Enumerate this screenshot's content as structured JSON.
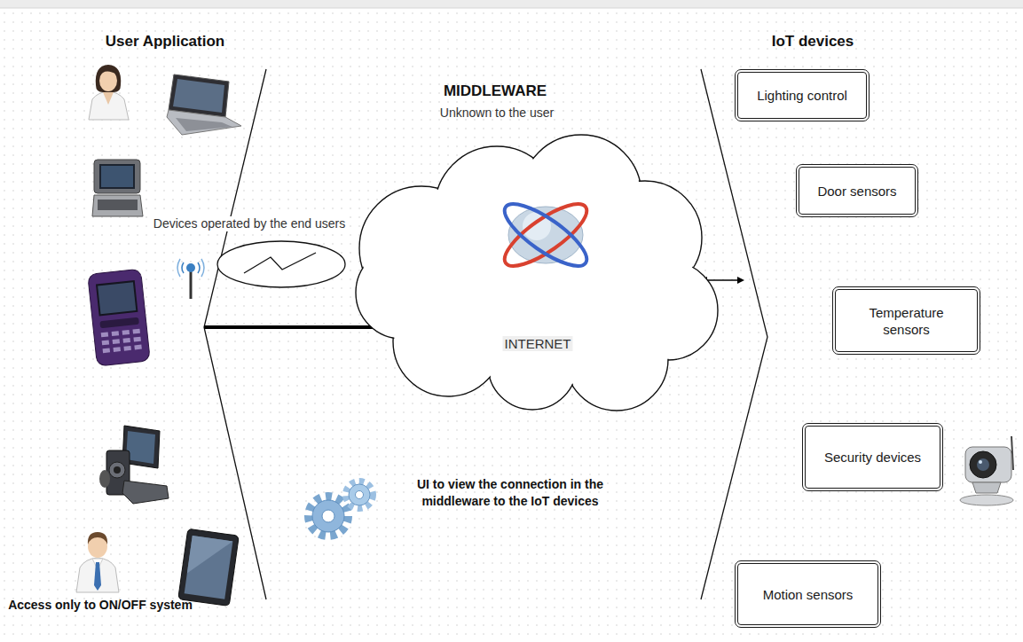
{
  "diagram": {
    "nodes": [
      {
        "text": [
          "INTERNET"
        ]
      },
      {
        "text": [
          "Lighting control"
        ]
      },
      {
        "text": [
          "Door sensors"
        ]
      },
      {
        "text": [
          "Temperature sensors"
        ]
      },
      {
        "text": [
          "Security devices"
        ]
      },
      {
        "text": [
          "Motion sensors"
        ]
      }
    ],
    "labels": [
      "User Application",
      "IoT devices",
      "MIDDLEWARE",
      "Unknown to the user",
      "Devices operated by the end users",
      "UI to view the connection in the middleware to the IoT devices",
      "Access only to ON/OFF system"
    ]
  }
}
